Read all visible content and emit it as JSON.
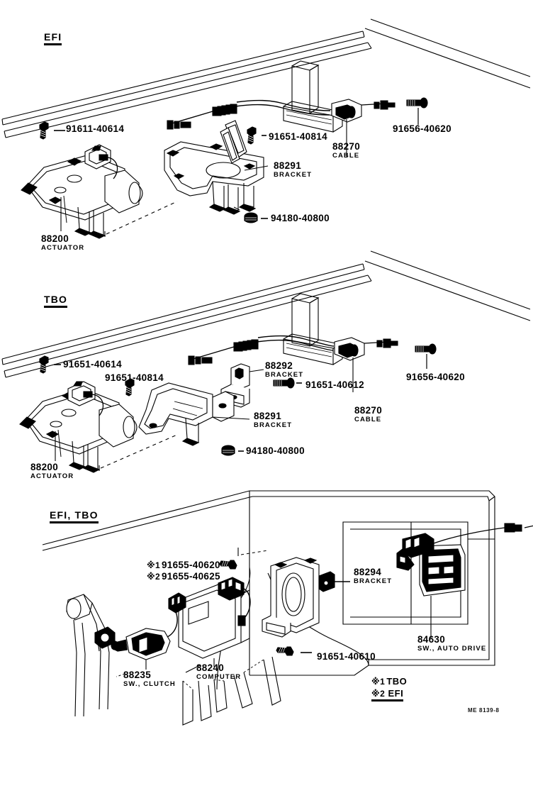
{
  "document": {
    "stamp": "ME 8139-8"
  },
  "panels": [
    {
      "title": "EFI",
      "labels": [
        {
          "code": "91611-40614",
          "sub": ""
        },
        {
          "code": "91651-40814",
          "sub": ""
        },
        {
          "code": "88270",
          "sub": "CABLE"
        },
        {
          "code": "91656-40620",
          "sub": ""
        },
        {
          "code": "88291",
          "sub": "BRACKET"
        },
        {
          "code": "94180-40800",
          "sub": ""
        },
        {
          "code": "88200",
          "sub": "ACTUATOR"
        }
      ]
    },
    {
      "title": "TBO",
      "labels": [
        {
          "code": "91651-40614",
          "sub": ""
        },
        {
          "code": "91651-40814",
          "sub": ""
        },
        {
          "code": "88292",
          "sub": "BRACKET"
        },
        {
          "code": "91651-40612",
          "sub": ""
        },
        {
          "code": "88270",
          "sub": "CABLE"
        },
        {
          "code": "91656-40620",
          "sub": ""
        },
        {
          "code": "88291",
          "sub": "BRACKET"
        },
        {
          "code": "94180-40800",
          "sub": ""
        },
        {
          "code": "88200",
          "sub": "ACTUATOR"
        }
      ]
    },
    {
      "title": "EFI, TBO",
      "labels": [
        {
          "code": "91655-40620",
          "sub": "",
          "note": "※1"
        },
        {
          "code": "91655-40625",
          "sub": "",
          "note": "※2"
        },
        {
          "code": "88294",
          "sub": "BRACKET"
        },
        {
          "code": "84630",
          "sub": "SW., AUTO DRIVE"
        },
        {
          "code": "91651-40610",
          "sub": ""
        },
        {
          "code": "88240",
          "sub": "COMPUTER"
        },
        {
          "code": "88235",
          "sub": "SW., CLUTCH"
        }
      ]
    }
  ],
  "legend": {
    "items": [
      {
        "mark": "※1",
        "text": "TBO"
      },
      {
        "mark": "※2",
        "text": "EFI"
      }
    ]
  },
  "icons": {
    "star": "※"
  }
}
